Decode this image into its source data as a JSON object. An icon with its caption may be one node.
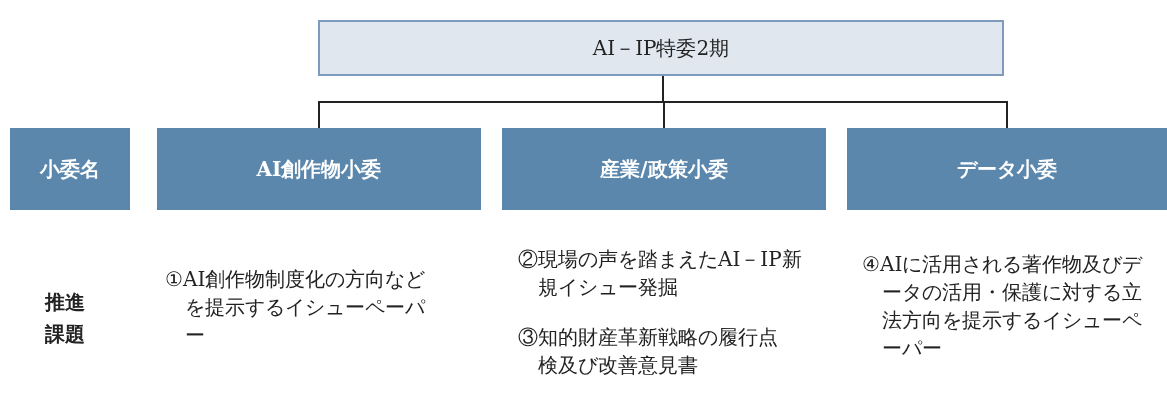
{
  "diagram": {
    "nodes": [
      {
        "text": [
          "AI－IP特委2期"
        ]
      },
      {
        "text": [
          "小委名"
        ]
      },
      {
        "text": [
          "AI創作物小委"
        ]
      },
      {
        "text": [
          "産業/政策小委"
        ]
      },
      {
        "text": [
          "データ小委"
        ]
      }
    ],
    "edges": [
      {
        "from": 0,
        "to": 2,
        "arrow": "none"
      },
      {
        "from": 0,
        "to": 3,
        "arrow": "none"
      },
      {
        "from": 0,
        "to": 4,
        "arrow": "none"
      }
    ],
    "labels": [
      "推進課題",
      "①AI創作物制度化の方向などを提示するイシューペーパー",
      "②現場の声を踏まえたAI－IP新規イシュー発掘",
      "③知的財産革新戦略の履行点検及び改善意見書",
      "④AIに活用される著作物及びデータの活用・保護に対する立法方向を提示するイシューペーパー"
    ]
  }
}
